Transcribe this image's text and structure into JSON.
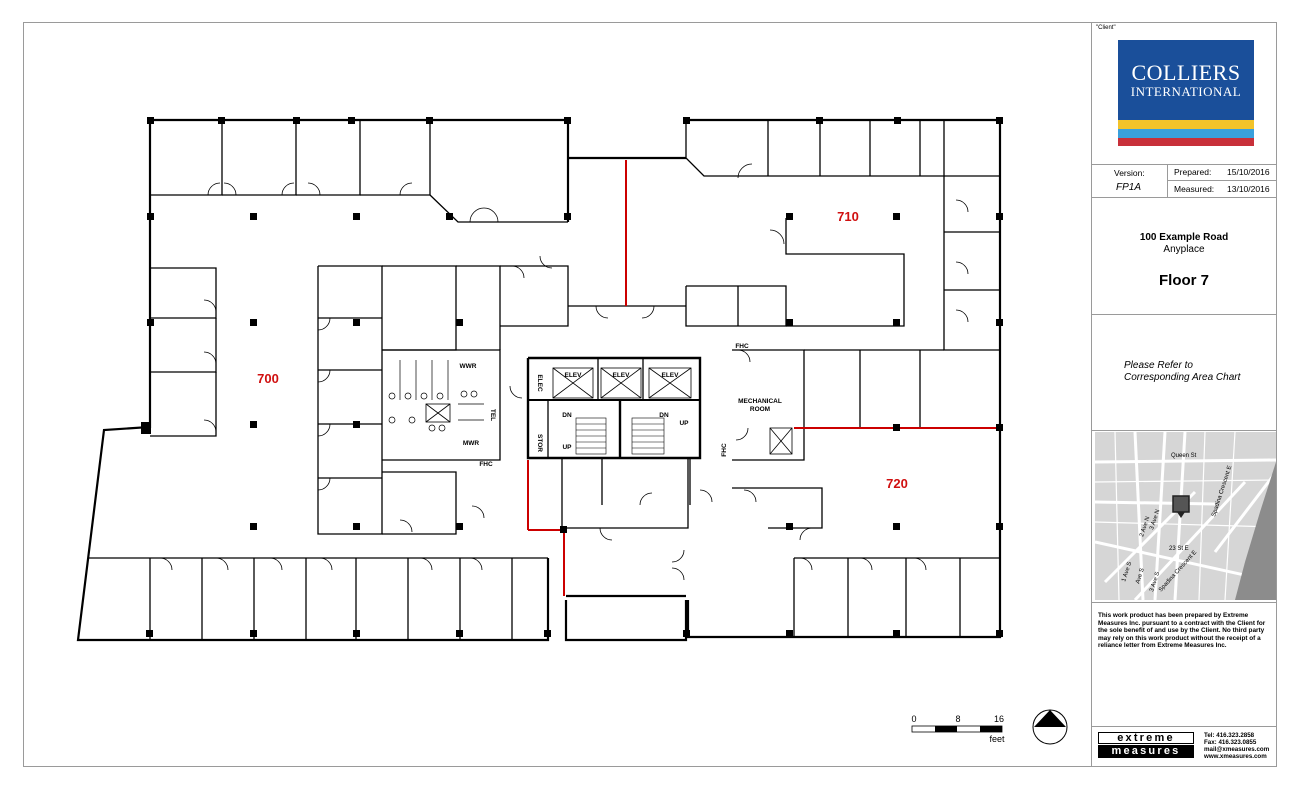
{
  "rooms": {
    "r700": "700",
    "r710": "710",
    "r720": "720"
  },
  "labels": {
    "elev": "ELEV",
    "elec": "ELEC",
    "tel": "TEL",
    "stor": "STOR",
    "wwr": "WWR",
    "mwr": "MWR",
    "fhc": "FHC",
    "dn": "DN",
    "up": "UP",
    "mech1": "MECHANICAL",
    "mech2": "ROOM"
  },
  "scale": {
    "s0": "0",
    "s8": "8",
    "s16": "16",
    "unit": "feet"
  },
  "title_block": {
    "client": "\"Client\"",
    "logo_line1": "COLLIERS",
    "logo_line2": "INTERNATIONAL",
    "version_label": "Version:",
    "version_value": "FP1A",
    "prepared_label": "Prepared:",
    "prepared_value": "15/10/2016",
    "measured_label": "Measured:",
    "measured_value": "13/10/2016",
    "address_line1": "100 Example Road",
    "address_line2": "Anyplace",
    "floor": "Floor 7",
    "refer_line1": "Please Refer to",
    "refer_line2": "Corresponding Area Chart",
    "disclaimer": "This work product has been prepared by Extreme Measures Inc. pursuant to a contract with the Client for the sole benefit of and use by the Client. No third party may rely on this work product without the receipt of a reliance letter from Extreme Measures Inc.",
    "em_logo_top": "extreme",
    "em_logo_bottom": "measures",
    "tel": "Tel:  416.323.2858",
    "fax": "Fax:  416.323.0855",
    "mail": "mail@xmeasures.com",
    "web": "www.xmeasures.com"
  },
  "map": {
    "queen_st": "Queen St",
    "spadina_e": "Spadina Crescent E",
    "spadina_w": "Spadina Crescent E",
    "st23": "23 St E",
    "ave1": "1 Ave S",
    "ave2": "2 Ave N",
    "ave3": "3 Ave N",
    "ave_s": "Ave S",
    "ave3s": "3 Ave S"
  },
  "colors": {
    "room_label": "#d01010",
    "demising": "#cc0000",
    "logo_blue": "#1a4f9a"
  }
}
